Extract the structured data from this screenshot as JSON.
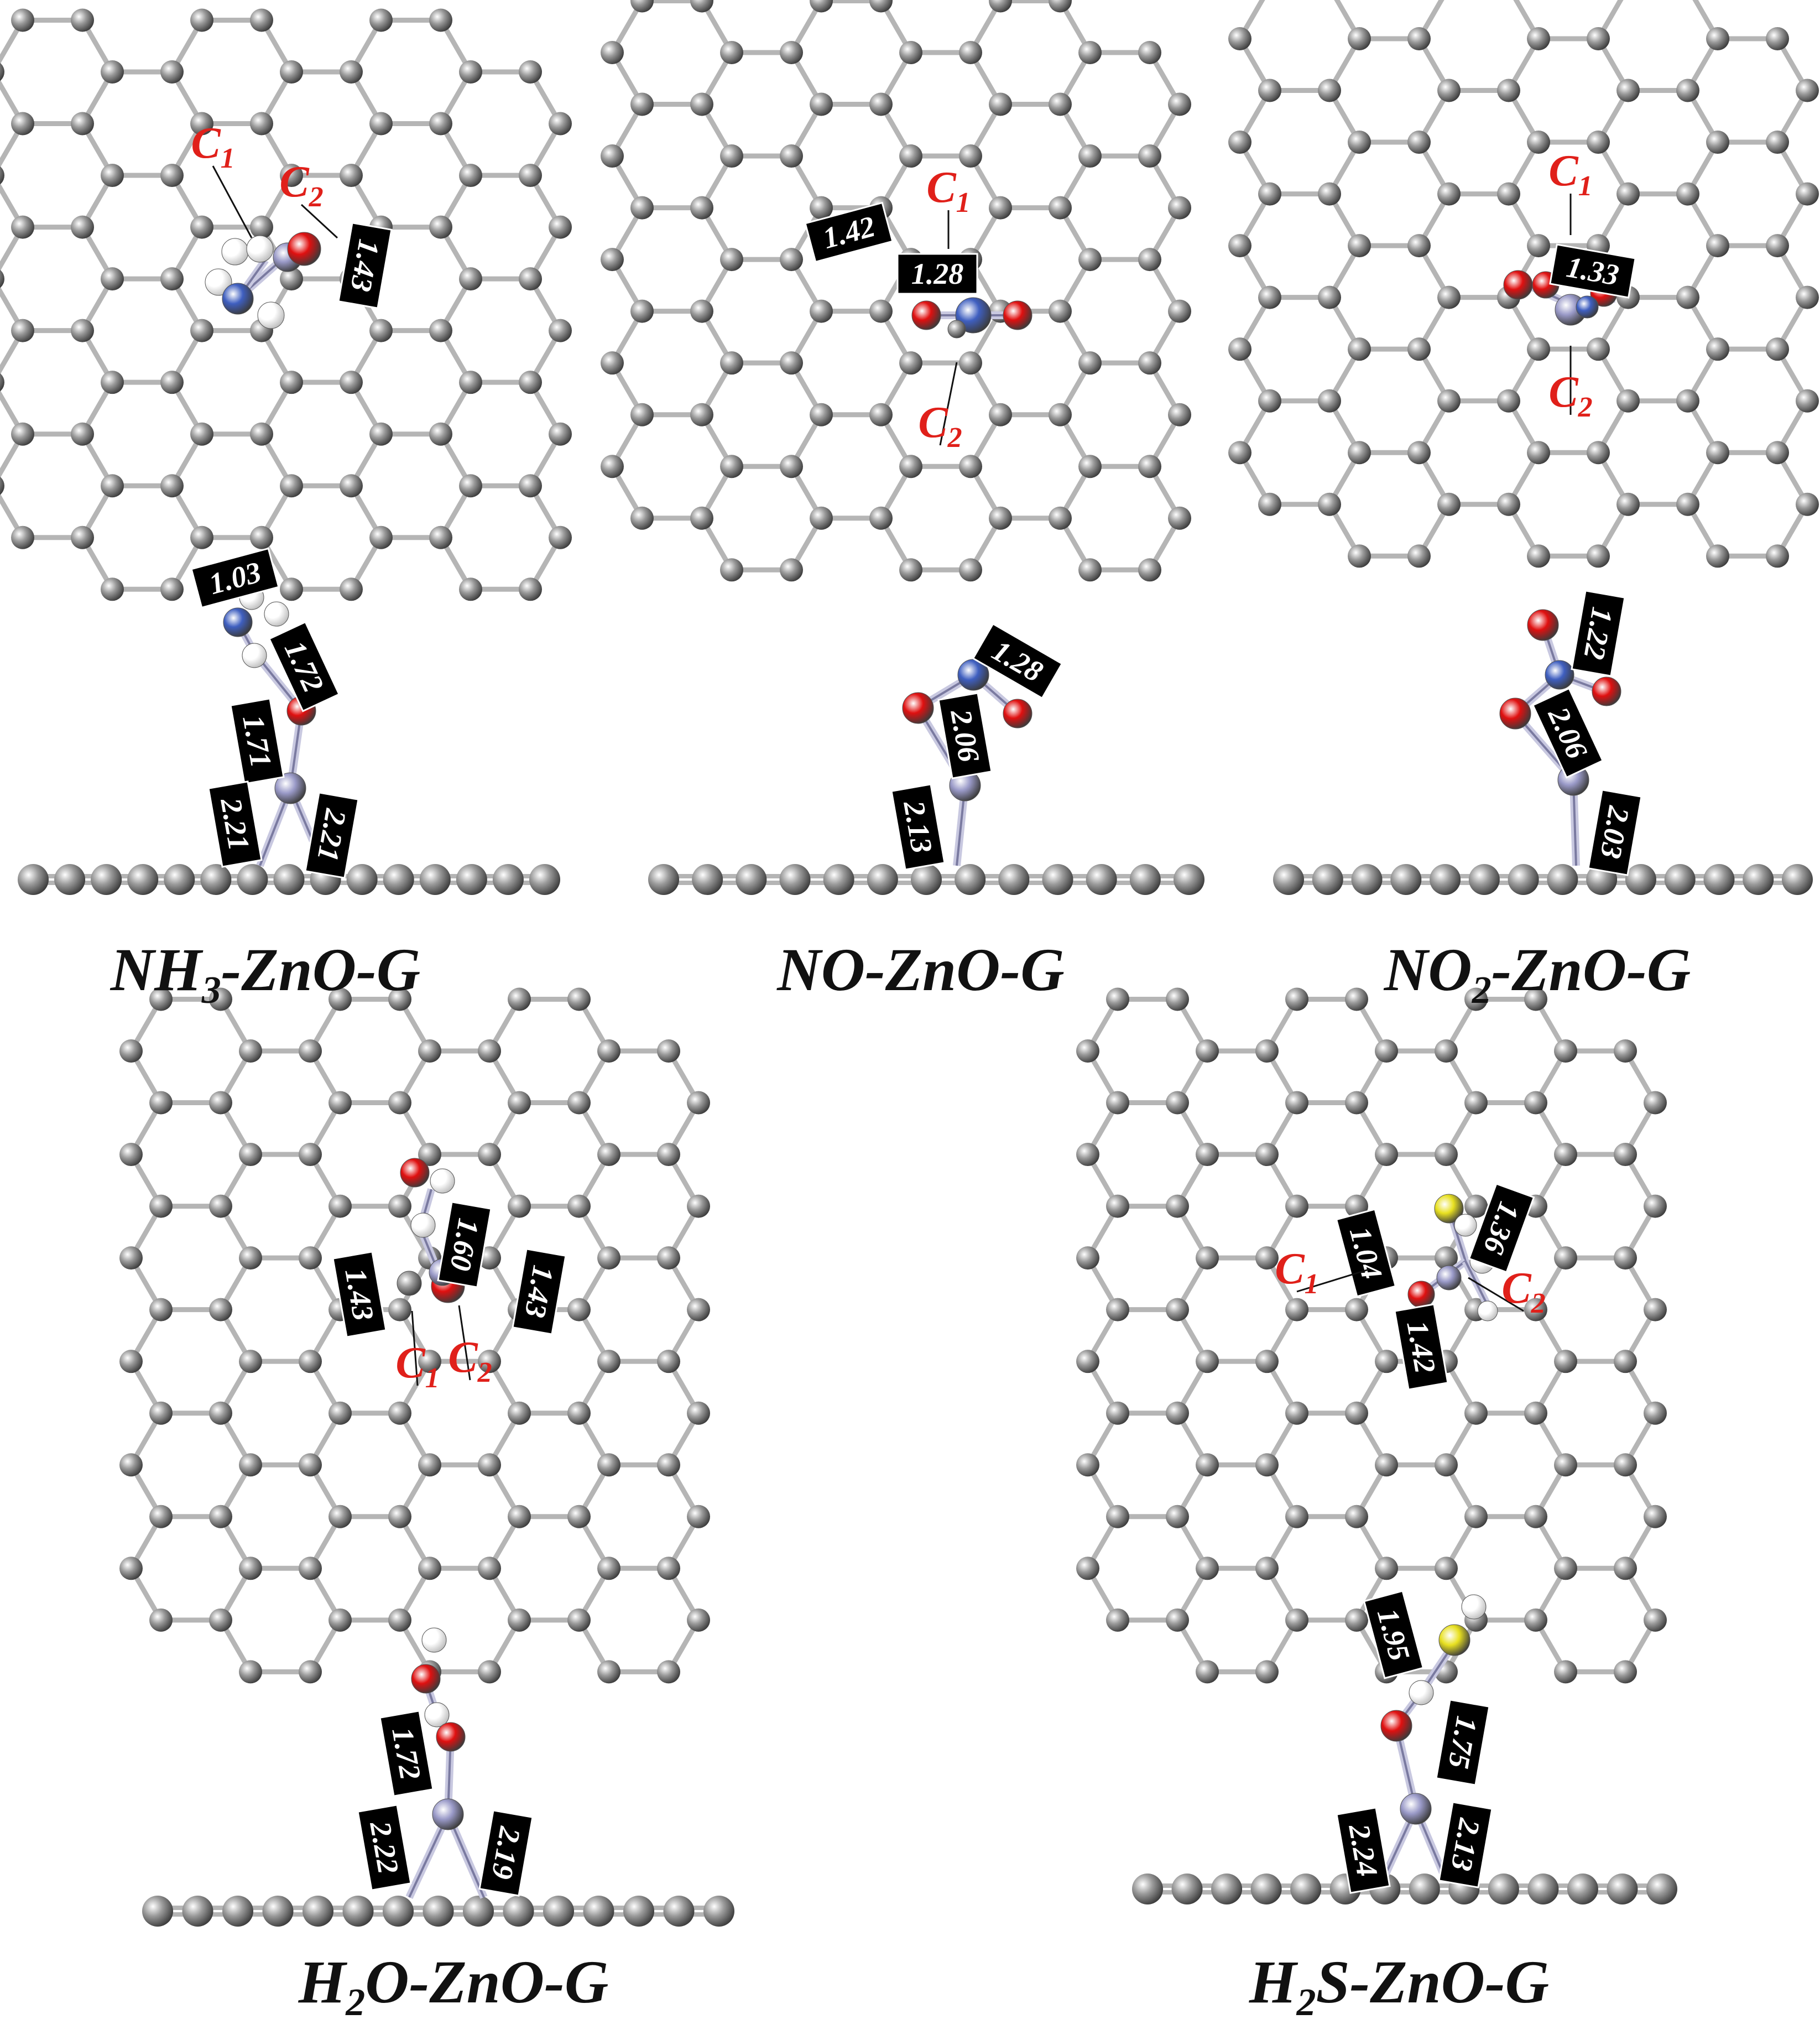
{
  "colors": {
    "carbon": "#9a9a9a",
    "bond": "#b5b5b5",
    "zinc": "#9a9ac8",
    "oxygen": "#e01010",
    "nitrogen": "#3f5fc0",
    "hydrogen": "#ffffff",
    "sulfur": "#e8e020",
    "label_bg": "#000000",
    "label_text": "#ffffff",
    "site_label": "#e0201a"
  },
  "panels": [
    {
      "id": "nh3",
      "caption_main": "NH",
      "caption_sub": "3",
      "caption_rest": "-ZnO-G",
      "top_labels": [
        "1.43"
      ],
      "side_labels": [
        "1.03",
        "1.72",
        "1.71",
        "2.21",
        "2.21"
      ],
      "sites": [
        "C1",
        "C2"
      ]
    },
    {
      "id": "no",
      "caption_main": "NO-ZnO-G",
      "caption_sub": "",
      "caption_rest": "",
      "top_labels": [
        "1.42",
        "1.28"
      ],
      "side_labels": [
        "1.28",
        "2.06",
        "2.13"
      ],
      "sites": [
        "C1",
        "C2"
      ]
    },
    {
      "id": "no2",
      "caption_main": "NO",
      "caption_sub": "2",
      "caption_rest": "-ZnO-G",
      "top_labels": [
        "1.33"
      ],
      "side_labels": [
        "1.22",
        "2.06",
        "2.03"
      ],
      "sites": [
        "C1",
        "C2"
      ]
    },
    {
      "id": "h2o",
      "caption_main": "H",
      "caption_sub": "2",
      "caption_rest": "O-ZnO-G",
      "top_labels": [
        "1.43",
        "1.60",
        "1.43"
      ],
      "side_labels": [
        "1.72",
        "2.22",
        "2.19"
      ],
      "sites": [
        "C1",
        "C2"
      ]
    },
    {
      "id": "h2s",
      "caption_main": "H",
      "caption_sub": "2",
      "caption_rest": "S-ZnO-G",
      "top_labels": [
        "1.36",
        "1.04",
        "1.42"
      ],
      "side_labels": [
        "1.95",
        "1.75",
        "2.13",
        "2.24"
      ],
      "sites": [
        "C1",
        "C2"
      ]
    }
  ]
}
